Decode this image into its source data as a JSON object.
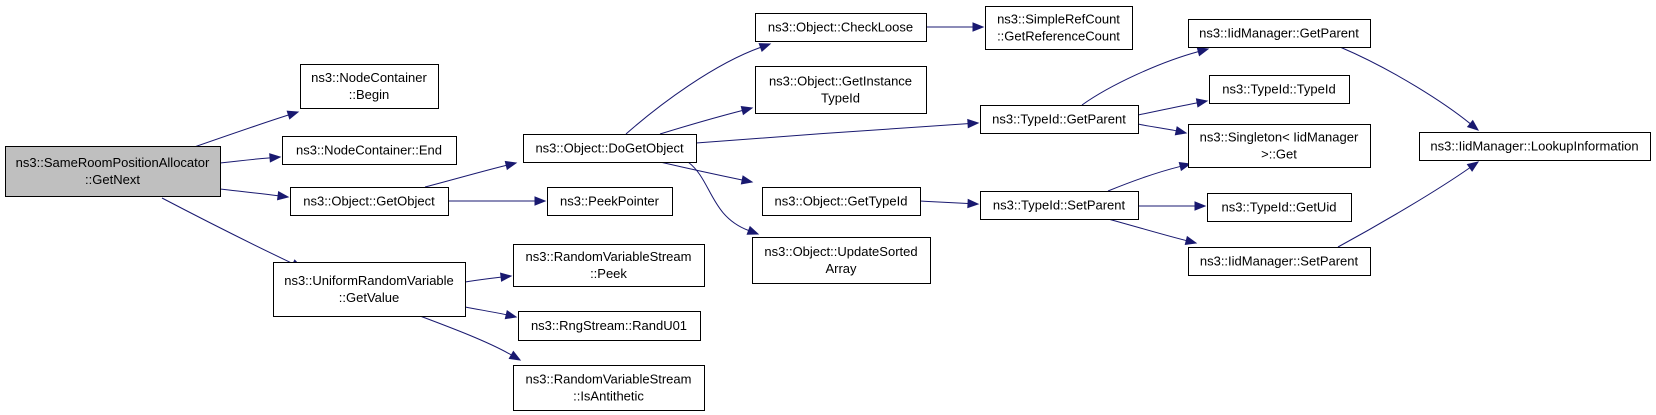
{
  "nodes": [
    {
      "id": "root",
      "lines": [
        "ns3::SameRoomPositionAllocator",
        "::GetNext"
      ],
      "root": true
    },
    {
      "id": "nc_begin",
      "lines": [
        "ns3::NodeContainer",
        "::Begin"
      ]
    },
    {
      "id": "nc_end",
      "lines": [
        "ns3::NodeContainer::End"
      ]
    },
    {
      "id": "obj_getobject",
      "lines": [
        "ns3::Object::GetObject"
      ]
    },
    {
      "id": "urv_getvalue",
      "lines": [
        "ns3::UniformRandomVariable",
        "::GetValue"
      ]
    },
    {
      "id": "obj_dogetobject",
      "lines": [
        "ns3::Object::DoGetObject"
      ]
    },
    {
      "id": "peekpointer",
      "lines": [
        "ns3::PeekPointer"
      ]
    },
    {
      "id": "rvs_peek",
      "lines": [
        "ns3::RandomVariableStream",
        "::Peek"
      ]
    },
    {
      "id": "rng_randu01",
      "lines": [
        "ns3::RngStream::RandU01"
      ]
    },
    {
      "id": "rvs_isantithetic",
      "lines": [
        "ns3::RandomVariableStream",
        "::IsAntithetic"
      ]
    },
    {
      "id": "obj_checkloose",
      "lines": [
        "ns3::Object::CheckLoose"
      ]
    },
    {
      "id": "obj_getinstancetypeid",
      "lines": [
        "ns3::Object::GetInstance",
        "TypeId"
      ]
    },
    {
      "id": "obj_gettypeid",
      "lines": [
        "ns3::Object::GetTypeId"
      ]
    },
    {
      "id": "obj_updatesortedarray",
      "lines": [
        "ns3::Object::UpdateSorted",
        "Array"
      ]
    },
    {
      "id": "src_getreferencecount",
      "lines": [
        "ns3::SimpleRefCount",
        "::GetReferenceCount"
      ]
    },
    {
      "id": "typeid_getparent",
      "lines": [
        "ns3::TypeId::GetParent"
      ]
    },
    {
      "id": "typeid_setparent",
      "lines": [
        "ns3::TypeId::SetParent"
      ]
    },
    {
      "id": "iidm_getparent",
      "lines": [
        "ns3::IidManager::GetParent"
      ]
    },
    {
      "id": "typeid_typeid",
      "lines": [
        "ns3::TypeId::TypeId"
      ]
    },
    {
      "id": "singleton_get",
      "lines": [
        "ns3::Singleton< IidManager",
        " >::Get"
      ]
    },
    {
      "id": "typeid_getuid",
      "lines": [
        "ns3::TypeId::GetUid"
      ]
    },
    {
      "id": "iidm_setparent",
      "lines": [
        "ns3::IidManager::SetParent"
      ]
    },
    {
      "id": "iidm_lookupinformation",
      "lines": [
        "ns3::IidManager::LookupInformation"
      ]
    }
  ],
  "edges": [
    {
      "from": "root",
      "to": "nc_begin"
    },
    {
      "from": "root",
      "to": "nc_end"
    },
    {
      "from": "root",
      "to": "obj_getobject"
    },
    {
      "from": "root",
      "to": "urv_getvalue"
    },
    {
      "from": "obj_getobject",
      "to": "obj_dogetobject"
    },
    {
      "from": "obj_getobject",
      "to": "peekpointer"
    },
    {
      "from": "urv_getvalue",
      "to": "rvs_peek"
    },
    {
      "from": "urv_getvalue",
      "to": "rng_randu01"
    },
    {
      "from": "urv_getvalue",
      "to": "rvs_isantithetic"
    },
    {
      "from": "obj_dogetobject",
      "to": "obj_checkloose"
    },
    {
      "from": "obj_dogetobject",
      "to": "obj_getinstancetypeid"
    },
    {
      "from": "obj_dogetobject",
      "to": "typeid_getparent"
    },
    {
      "from": "obj_dogetobject",
      "to": "obj_gettypeid"
    },
    {
      "from": "obj_dogetobject",
      "to": "obj_updatesortedarray"
    },
    {
      "from": "obj_checkloose",
      "to": "src_getreferencecount"
    },
    {
      "from": "obj_gettypeid",
      "to": "typeid_setparent"
    },
    {
      "from": "typeid_getparent",
      "to": "iidm_getparent"
    },
    {
      "from": "typeid_getparent",
      "to": "typeid_typeid"
    },
    {
      "from": "typeid_getparent",
      "to": "singleton_get"
    },
    {
      "from": "typeid_setparent",
      "to": "singleton_get"
    },
    {
      "from": "typeid_setparent",
      "to": "typeid_getuid"
    },
    {
      "from": "typeid_setparent",
      "to": "iidm_setparent"
    },
    {
      "from": "iidm_getparent",
      "to": "iidm_lookupinformation"
    },
    {
      "from": "iidm_setparent",
      "to": "iidm_lookupinformation"
    }
  ]
}
